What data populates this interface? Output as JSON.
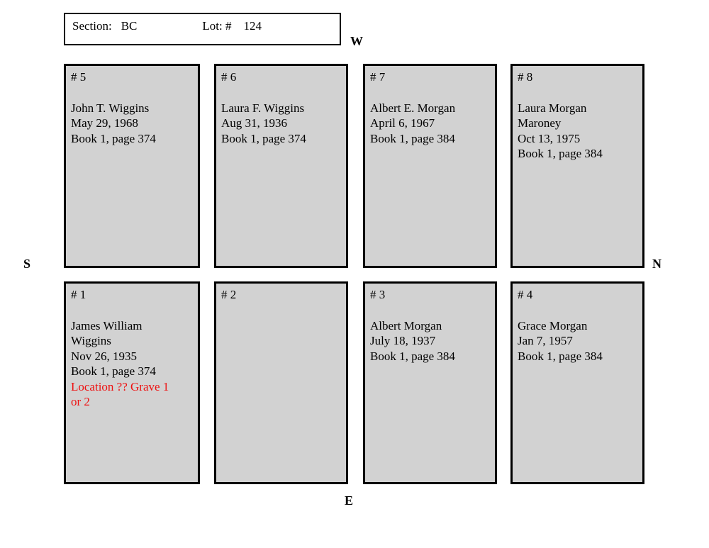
{
  "header": {
    "section_label": "Section:",
    "section_value": "BC",
    "lot_label": "Lot: #",
    "lot_value": "124"
  },
  "compass": {
    "west": "W",
    "south": "S",
    "north": "N",
    "east": "E"
  },
  "colors": {
    "plot_fill": "#d2d2d2",
    "plot_border": "#000000",
    "note_red": "#ee1111"
  },
  "plots": [
    {
      "number": "# 5",
      "lines": [
        {
          "text": "John T. Wiggins"
        },
        {
          "text": "May 29, 1968"
        },
        {
          "text": "Book 1, page 374"
        }
      ]
    },
    {
      "number": "# 6",
      "lines": [
        {
          "text": "Laura F. Wiggins"
        },
        {
          "text": "Aug 31, 1936"
        },
        {
          "text": "Book 1, page 374"
        }
      ]
    },
    {
      "number": "# 7",
      "lines": [
        {
          "text": "Albert E. Morgan"
        },
        {
          "text": "April 6, 1967"
        },
        {
          "text": "Book 1, page 384"
        }
      ]
    },
    {
      "number": "# 8",
      "lines": [
        {
          "text": "Laura Morgan"
        },
        {
          "text": "Maroney"
        },
        {
          "text": "Oct 13, 1975"
        },
        {
          "text": "Book 1, page 384"
        }
      ]
    },
    {
      "number": "# 1",
      "lines": [
        {
          "text": "James William"
        },
        {
          "text": "Wiggins"
        },
        {
          "text": "Nov 26, 1935"
        },
        {
          "text": "Book 1, page 374"
        },
        {
          "text": "Location ?? Grave 1",
          "color": "#ee1111"
        },
        {
          "text": "or 2",
          "color": "#ee1111"
        }
      ]
    },
    {
      "number": "# 2",
      "lines": []
    },
    {
      "number": "# 3",
      "lines": [
        {
          "text": "Albert Morgan"
        },
        {
          "text": "July 18, 1937"
        },
        {
          "text": "Book 1, page 384"
        }
      ]
    },
    {
      "number": "# 4",
      "lines": [
        {
          "text": "Grace Morgan"
        },
        {
          "text": "Jan 7, 1957"
        },
        {
          "text": "Book 1, page 384"
        }
      ]
    }
  ]
}
